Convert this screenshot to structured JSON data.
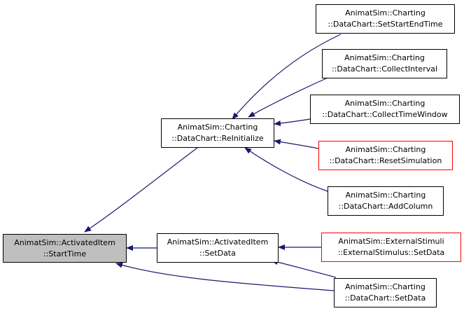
{
  "colors": {
    "edge": "#191970",
    "node_border": "#000000",
    "unresolved_border": "#ff0000",
    "focus_fill": "#bfbfbf"
  },
  "nodes": {
    "start_time": {
      "line1": "AnimatSim::ActivatedItem",
      "line2": "::StartTime"
    },
    "reinitialize": {
      "line1": "AnimatSim::Charting",
      "line2": "::DataChart::ReInitialize"
    },
    "activated_setdata": {
      "line1": "AnimatSim::ActivatedItem",
      "line2": "::SetData"
    },
    "set_start_end_time": {
      "line1": "AnimatSim::Charting",
      "line2": "::DataChart::SetStartEndTime"
    },
    "collect_interval": {
      "line1": "AnimatSim::Charting",
      "line2": "::DataChart::CollectInterval"
    },
    "collect_time_window": {
      "line1": "AnimatSim::Charting",
      "line2": "::DataChart::CollectTimeWindow"
    },
    "reset_simulation": {
      "line1": "AnimatSim::Charting",
      "line2": "::DataChart::ResetSimulation"
    },
    "add_column": {
      "line1": "AnimatSim::Charting",
      "line2": "::DataChart::AddColumn"
    },
    "external_setdata": {
      "line1": "AnimatSim::ExternalStimuli",
      "line2": "::ExternalStimulus::SetData"
    },
    "datachart_setdata": {
      "line1": "AnimatSim::Charting",
      "line2": "::DataChart::SetData"
    }
  }
}
